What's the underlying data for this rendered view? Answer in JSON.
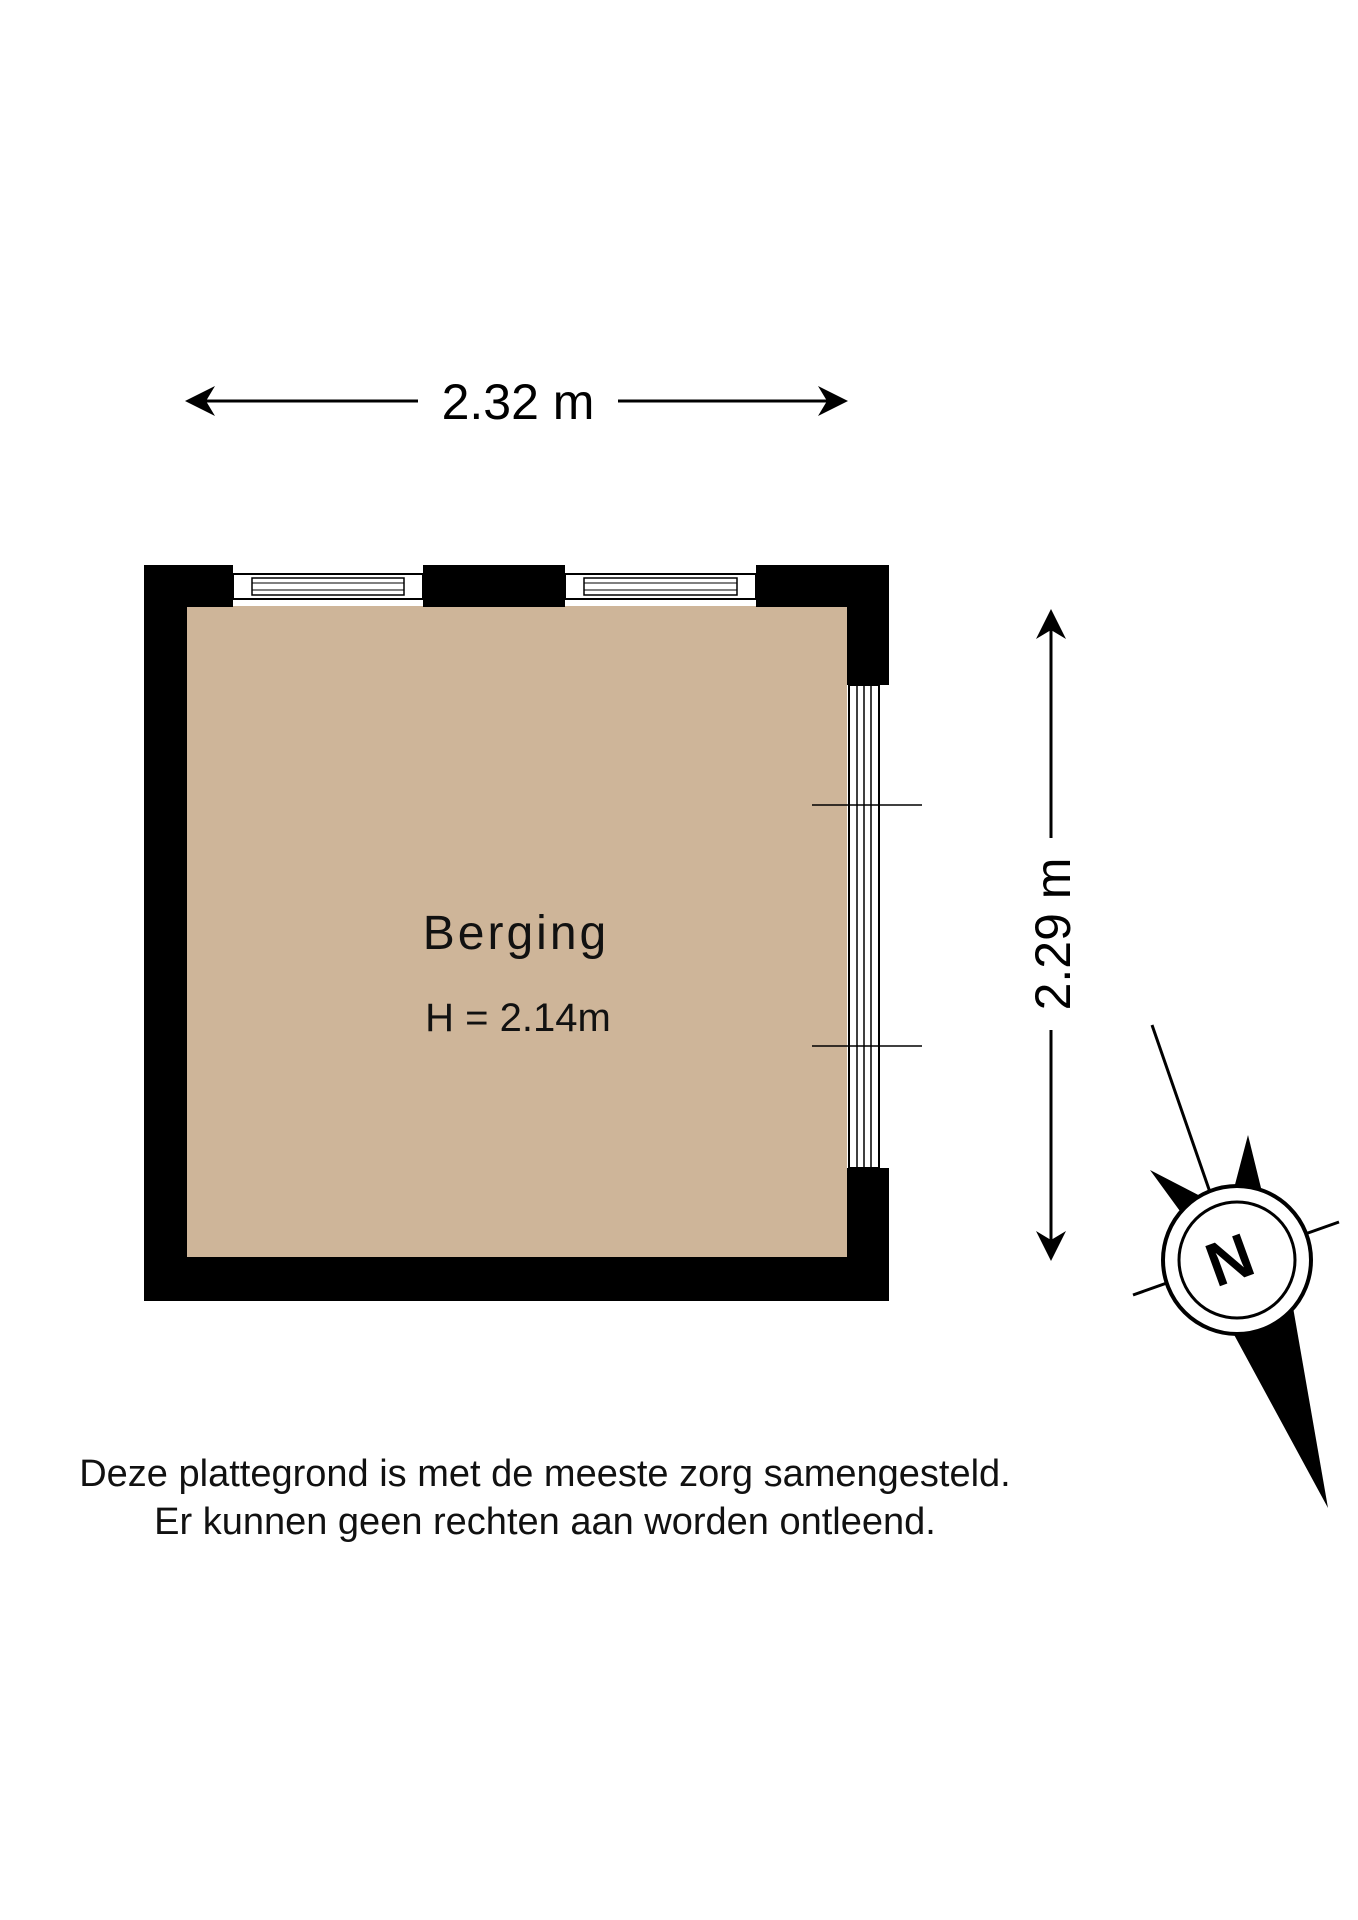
{
  "dimensions": {
    "width": "2.32 m",
    "depth": "2.29 m"
  },
  "room": {
    "name": "Berging",
    "height": "H = 2.14m",
    "floor_color": "#ceb599",
    "wall_color": "#000000"
  },
  "compass": {
    "label": "N"
  },
  "disclaimer": {
    "line1": "Deze plattegrond is met de meeste zorg samengesteld.",
    "line2": "Er kunnen geen rechten aan worden ontleend."
  }
}
